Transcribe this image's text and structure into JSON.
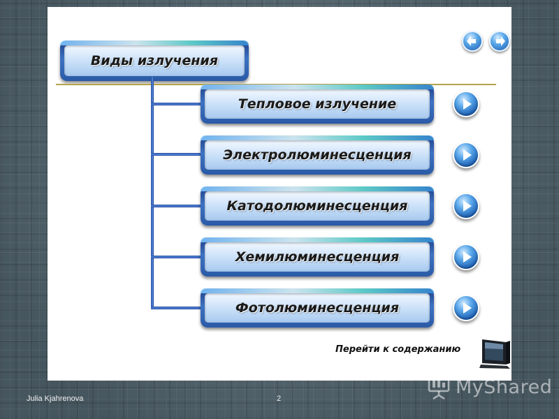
{
  "slide": {
    "title": "Виды излучения",
    "items": [
      {
        "label": "Тепловое излучение"
      },
      {
        "label": "Электролюминесценция"
      },
      {
        "label": "Катодолюминесценция"
      },
      {
        "label": "Хемилюминесценция"
      },
      {
        "label": "Фотолюминесценция"
      }
    ],
    "toc_link": "Перейти к содержанию"
  },
  "footer": {
    "author": "Julia Kjahrenova",
    "page_number": "2"
  },
  "watermark": {
    "text": "MyShared"
  },
  "colors": {
    "box_frame": "#2a5aa6",
    "box_face": "#c8dff8",
    "rule": "#b5a44a",
    "tree_line": "#1b3f95",
    "background": "#4f6068"
  },
  "icons": {
    "prev": "arrow-left-icon",
    "next": "arrow-right-icon",
    "play": "play-icon",
    "toc": "monitor-icon"
  }
}
